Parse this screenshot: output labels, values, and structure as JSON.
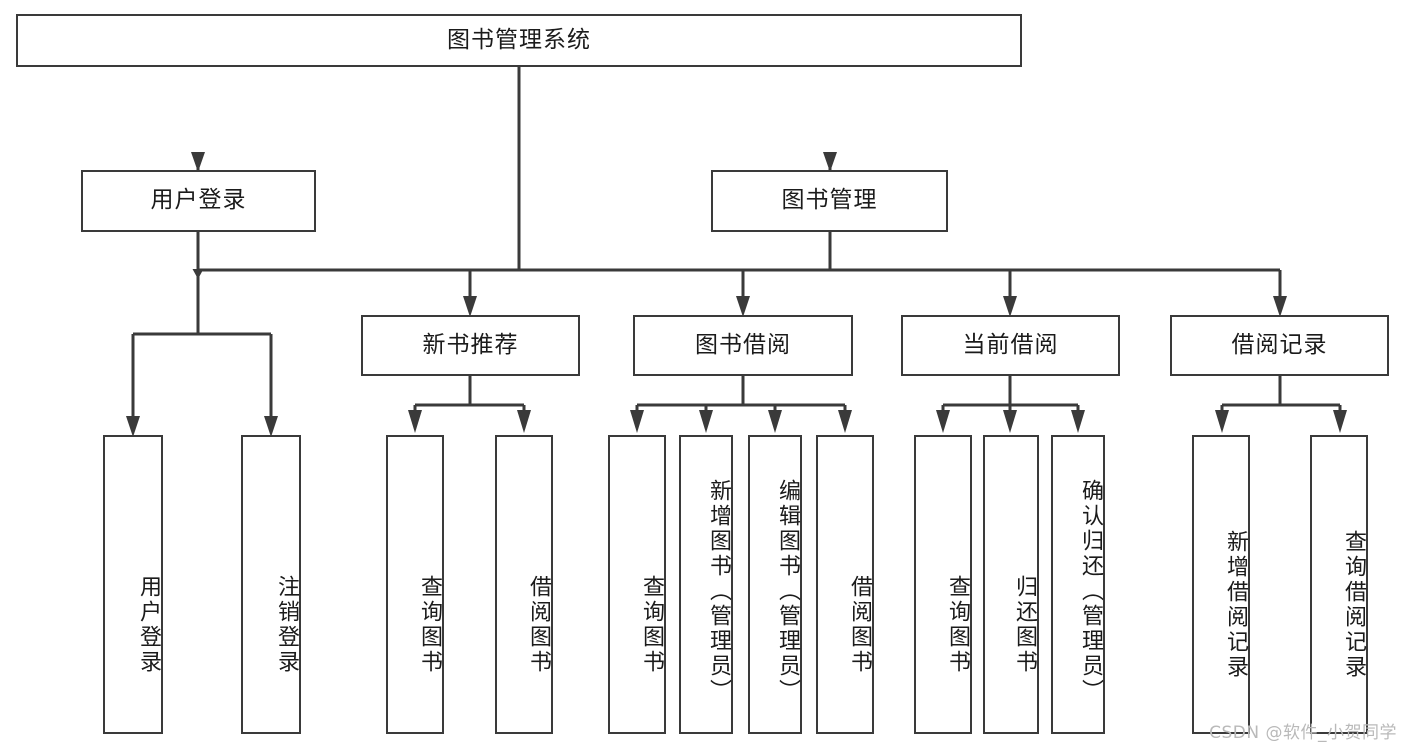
{
  "diagram": {
    "title": "图书管理系统",
    "type": "hierarchy-tree",
    "root": {
      "label": "图书管理系统"
    },
    "level2": [
      {
        "label": "用户登录"
      },
      {
        "label": "图书管理"
      }
    ],
    "level3": [
      {
        "label": "新书推荐"
      },
      {
        "label": "图书借阅"
      },
      {
        "label": "当前借阅"
      },
      {
        "label": "借阅记录"
      }
    ],
    "leaves": {
      "user_login": [
        {
          "label": "用户登录"
        },
        {
          "label": "注销登录"
        }
      ],
      "new_book_recommend": [
        {
          "label": "查询图书"
        },
        {
          "label": "借阅图书"
        }
      ],
      "book_borrow": [
        {
          "label": "查询图书"
        },
        {
          "label": "新增图书（管理员）"
        },
        {
          "label": "编辑图书（管理员）"
        },
        {
          "label": "借阅图书"
        }
      ],
      "current_borrow": [
        {
          "label": "查询图书"
        },
        {
          "label": "归还图书"
        },
        {
          "label": "确认归还（管理员）"
        }
      ],
      "borrow_record": [
        {
          "label": "新增借阅记录"
        },
        {
          "label": "查询借阅记录"
        }
      ]
    },
    "colors": {
      "stroke": "#3a3a3a",
      "text": "#1b1b1b",
      "background": "#ffffff",
      "watermark": "#b9b9b9"
    }
  },
  "watermark": {
    "text": "CSDN @软件_小贺同学"
  }
}
